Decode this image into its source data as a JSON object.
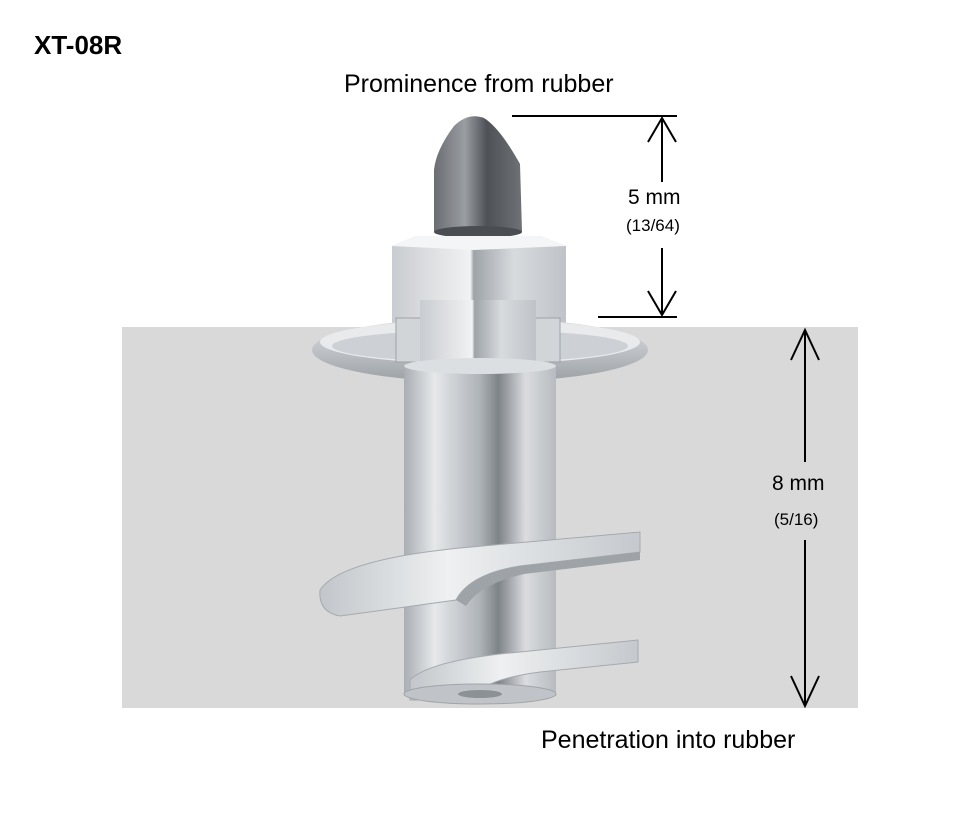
{
  "model": "XT-08R",
  "prominence": {
    "label": "Prominence from rubber",
    "value": "5 mm",
    "fraction": "(13/64)"
  },
  "penetration": {
    "label": "Penetration into rubber",
    "value": "8 mm",
    "fraction": "(5/16)"
  },
  "colors": {
    "rubber": "#d9d9d9",
    "metal_light": "#eceef0",
    "metal_mid": "#c4c8cc",
    "metal_dark": "#8f949a",
    "tip": "#5c5f63",
    "arrow": "#000000"
  },
  "icons": [
    "spike-stud-icon",
    "arrow-up-icon",
    "arrow-down-icon"
  ]
}
